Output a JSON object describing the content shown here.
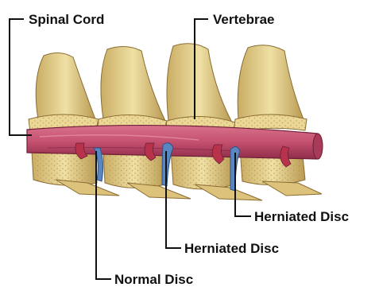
{
  "labels": {
    "spinal_cord": "Spinal Cord",
    "vertebrae": "Vertebrae",
    "herniated_disc_1": "Herniated Disc",
    "herniated_disc_2": "Herniated Disc",
    "normal_disc": "Normal Disc"
  },
  "colors": {
    "bone": "#e8d590",
    "bone_shadow": "#b89a52",
    "bone_pores": "#c9a25e",
    "spinal_cord": "#c4506f",
    "spinal_cord_dark": "#8e2d49",
    "nerve_root": "#b8324c",
    "disc": "#5a86c0",
    "leader_line": "#111111"
  }
}
